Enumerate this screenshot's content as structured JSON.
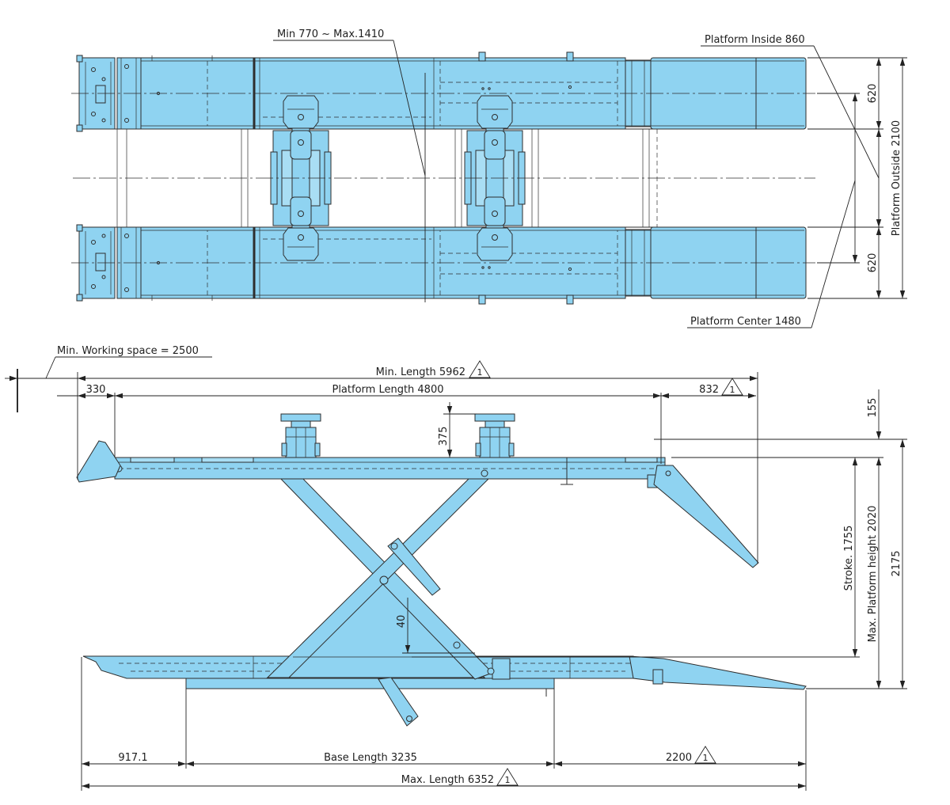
{
  "top_view": {
    "min_max_label": "Min 770 ~ Max.1410",
    "platform_inside_label": "Platform Inside 860",
    "dim_620_top": "620",
    "platform_outside_label": "Platform Outside 2100",
    "dim_620_bottom": "620",
    "platform_center_label": "Platform Center 1480"
  },
  "side_view": {
    "min_working_space_label": "Min. Working space = 2500",
    "min_length_label": "Min. Length 5962",
    "dim_330": "330",
    "platform_length_label": "Platform Length 4800",
    "dim_832": "832",
    "dim_155": "155",
    "dim_375": "375",
    "stroke_label": "Stroke. 1755",
    "max_platform_height_label": "Max. Platform height 2020",
    "dim_2175": "2175",
    "dim_40": "40",
    "dim_917": "917.1",
    "base_length_label": "Base Length 3235",
    "dim_2200": "2200",
    "max_length_label": "Max. Length 6352"
  },
  "revision_mark": "1",
  "colors": {
    "fill": "#8fd3f1",
    "fill_light": "#a9def4",
    "line": "#2e2e2e"
  }
}
